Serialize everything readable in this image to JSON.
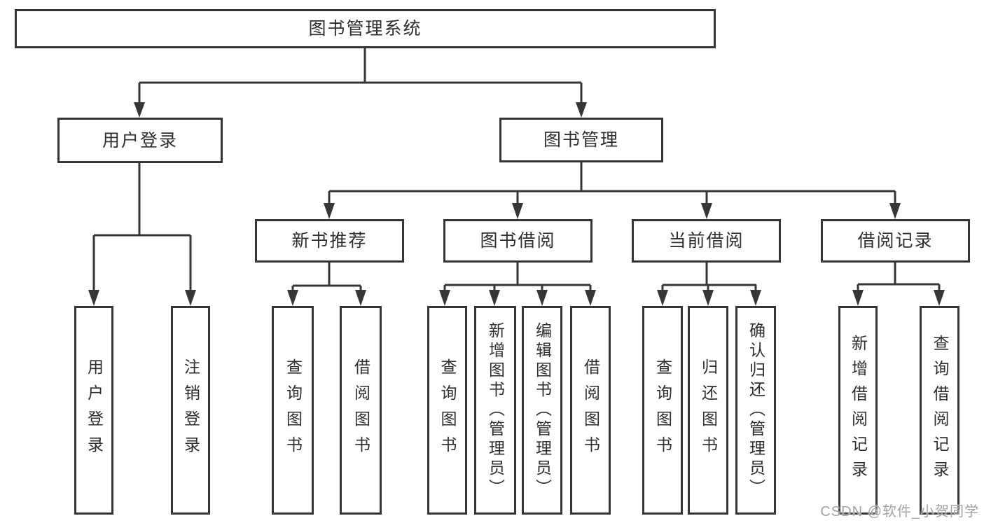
{
  "diagram": {
    "type": "hierarchy-tree",
    "colors": {
      "background": "#ffffff",
      "line": "#363636",
      "box_border": "#363636",
      "text": "#2e2e2e",
      "watermark": "#a3a3a3"
    },
    "watermark": "CSDN @软件_小贺同学",
    "nodes": {
      "root": {
        "label": "图书管理系统"
      },
      "user_login": {
        "label": "用户登录"
      },
      "book_mgmt": {
        "label": "图书管理"
      },
      "new_book_rec": {
        "label": "新书推荐"
      },
      "book_borrow": {
        "label": "图书借阅"
      },
      "current_borrow": {
        "label": "当前借阅"
      },
      "borrow_record": {
        "label": "借阅记录"
      },
      "leaf_user_login": {
        "label": "用户登录"
      },
      "leaf_logout": {
        "label": "注销登录"
      },
      "leaf_nbr_query_book": {
        "label": "查询图书"
      },
      "leaf_nbr_borrow_book": {
        "label": "借阅图书"
      },
      "leaf_bb_query_book": {
        "label": "查询图书"
      },
      "leaf_bb_add_book": {
        "label": "新增图书（管理员）"
      },
      "leaf_bb_edit_book": {
        "label": "编辑图书（管理员）"
      },
      "leaf_bb_borrow_book": {
        "label": "借阅图书"
      },
      "leaf_cb_query_book": {
        "label": "查询图书"
      },
      "leaf_cb_return_book": {
        "label": "归还图书"
      },
      "leaf_cb_confirm_return": {
        "label": "确认归还（管理员）"
      },
      "leaf_br_add_record": {
        "label": "新增借阅记录"
      },
      "leaf_br_query_record": {
        "label": "查询借阅记录"
      }
    },
    "edges": [
      [
        "图书管理系统",
        "用户登录"
      ],
      [
        "图书管理系统",
        "图书管理"
      ],
      [
        "用户登录",
        "用户登录"
      ],
      [
        "用户登录",
        "注销登录"
      ],
      [
        "图书管理",
        "新书推荐"
      ],
      [
        "图书管理",
        "图书借阅"
      ],
      [
        "图书管理",
        "当前借阅"
      ],
      [
        "图书管理",
        "借阅记录"
      ],
      [
        "新书推荐",
        "查询图书"
      ],
      [
        "新书推荐",
        "借阅图书"
      ],
      [
        "图书借阅",
        "查询图书"
      ],
      [
        "图书借阅",
        "新增图书（管理员）"
      ],
      [
        "图书借阅",
        "编辑图书（管理员）"
      ],
      [
        "图书借阅",
        "借阅图书"
      ],
      [
        "当前借阅",
        "查询图书"
      ],
      [
        "当前借阅",
        "归还图书"
      ],
      [
        "当前借阅",
        "确认归还（管理员）"
      ],
      [
        "借阅记录",
        "新增借阅记录"
      ],
      [
        "借阅记录",
        "查询借阅记录"
      ]
    ]
  }
}
